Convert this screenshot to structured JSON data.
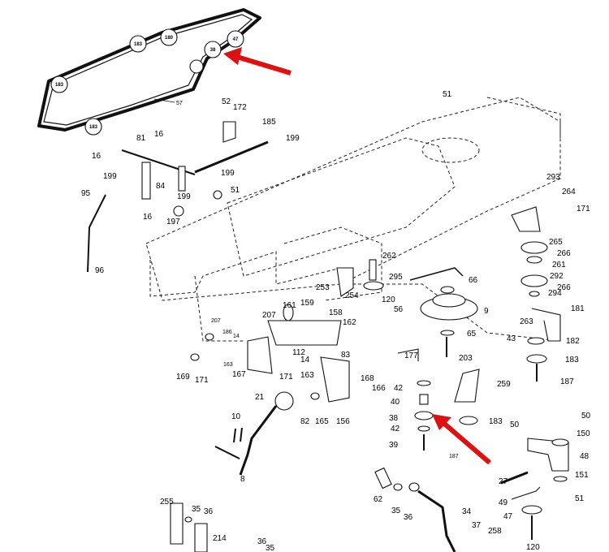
{
  "belt_inset": {
    "pulleys": [
      "183",
      "180",
      "47",
      "38",
      "183",
      "183"
    ],
    "belt_label": "57"
  },
  "labels": {
    "l51a": "51",
    "l52": "52",
    "l172": "172",
    "l185": "185",
    "l199a": "199",
    "l81": "81",
    "l16a": "16",
    "l16b": "16",
    "l199b": "199",
    "l199c": "199",
    "l84": "84",
    "l51b": "51",
    "l199d": "199",
    "l16c": "16",
    "l197": "197",
    "l95": "95",
    "l96": "96",
    "l293": "293",
    "l264": "264",
    "l171a": "171",
    "l265": "265",
    "l266a": "266",
    "l261": "261",
    "l292": "292",
    "l266b": "266",
    "l294": "294",
    "l262": "262",
    "l295": "295",
    "l66": "66",
    "l254": "254",
    "l253": "253",
    "l120a": "120",
    "l56": "56",
    "l9": "9",
    "l65": "65",
    "l263": "263",
    "l181": "181",
    "l43": "43",
    "l182": "182",
    "l183a": "183",
    "l187a": "187",
    "l207a": "207",
    "l161": "161",
    "l159": "159",
    "l158": "158",
    "l162": "162",
    "l207b": "207",
    "l14a": "14",
    "l186": "186",
    "l163a": "163",
    "l112": "112",
    "l14b": "14",
    "l83": "83",
    "l169": "169",
    "l171b": "171",
    "l167": "167",
    "l171c": "171",
    "l163b": "163",
    "l203": "203",
    "l177": "177",
    "l42a": "42",
    "l40": "40",
    "l38": "38",
    "l42b": "42",
    "l39": "39",
    "l259": "259",
    "l183b": "183",
    "l187b": "187",
    "l168": "168",
    "l166": "166",
    "l21": "21",
    "l82": "82",
    "l165": "165",
    "l156": "156",
    "l10": "10",
    "l8": "8",
    "l50a": "50",
    "l50b": "50",
    "l150": "150",
    "l48": "48",
    "l27": "27",
    "l151": "151",
    "l49": "49",
    "l51c": "51",
    "l47": "47",
    "l120b": "120",
    "l62": "62",
    "l35a": "35",
    "l36a": "36",
    "l34": "34",
    "l37": "37",
    "l258": "258",
    "l255": "255",
    "l35b": "35",
    "l36b": "36",
    "l214": "214",
    "l36c": "36",
    "l35c": "35"
  },
  "callouts": [
    "belt pulley 38 arrow",
    "pulley 38 arrow"
  ]
}
